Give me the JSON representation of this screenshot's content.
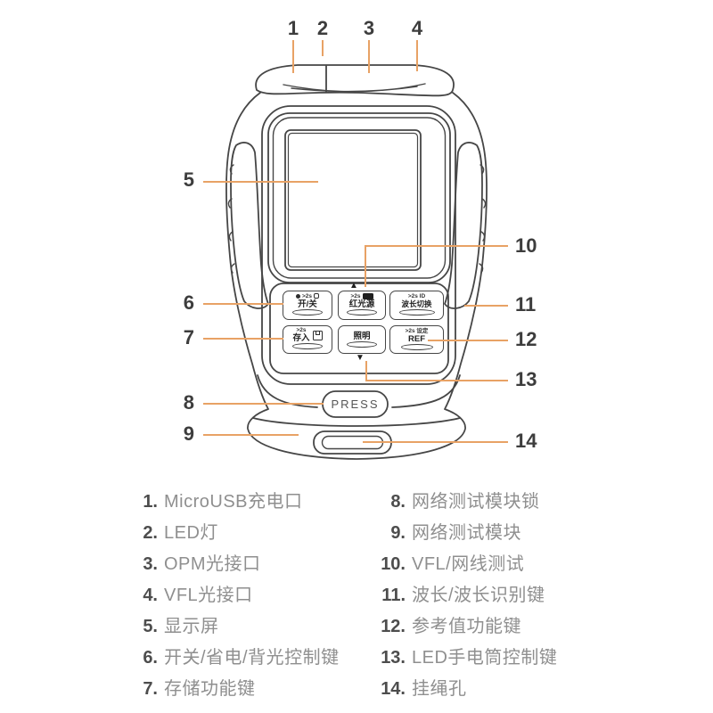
{
  "palette": {
    "leader_line": "#E8A265",
    "outline": "#464646",
    "callout_number": "#3d3d3d",
    "legend_number": "#4d4d4d",
    "legend_text": "#8f8f8f"
  },
  "callouts": {
    "top": [
      "1",
      "2",
      "3",
      "4"
    ],
    "left": [
      "5",
      "6",
      "7",
      "8",
      "9"
    ],
    "right": [
      "10",
      "11",
      "12",
      "13",
      "14"
    ]
  },
  "device": {
    "press_label": "PRESS",
    "up_arrow": "▲",
    "down_arrow": "▼",
    "keys": {
      "power": {
        "hint": ">2s",
        "label": "开/关"
      },
      "laser": {
        "hint": ">2s",
        "label": "红光源"
      },
      "wavelength": {
        "hint": ">2s ID",
        "label": "波长切换"
      },
      "store": {
        "hint": ">2s",
        "label": "存入"
      },
      "light": {
        "label": "照明"
      },
      "ref": {
        "hint": ">2s 设定",
        "label": "REF"
      }
    }
  },
  "legend": {
    "left": [
      {
        "num": "1.",
        "text": "MicroUSB充电口"
      },
      {
        "num": "2.",
        "text": "LED灯"
      },
      {
        "num": "3.",
        "text": "OPM光接口"
      },
      {
        "num": "4.",
        "text": "VFL光接口"
      },
      {
        "num": "5.",
        "text": "显示屏"
      },
      {
        "num": "6.",
        "text": "开关/省电/背光控制键"
      },
      {
        "num": "7.",
        "text": "存储功能键"
      }
    ],
    "right": [
      {
        "num": "8.",
        "text": "网络测试模块锁"
      },
      {
        "num": "9.",
        "text": "网络测试模块"
      },
      {
        "num": "10.",
        "text": "VFL/网线测试"
      },
      {
        "num": "11.",
        "text": "波长/波长识别键"
      },
      {
        "num": "12.",
        "text": "参考值功能键"
      },
      {
        "num": "13.",
        "text": "LED手电筒控制键"
      },
      {
        "num": "14.",
        "text": "挂绳孔"
      }
    ]
  }
}
